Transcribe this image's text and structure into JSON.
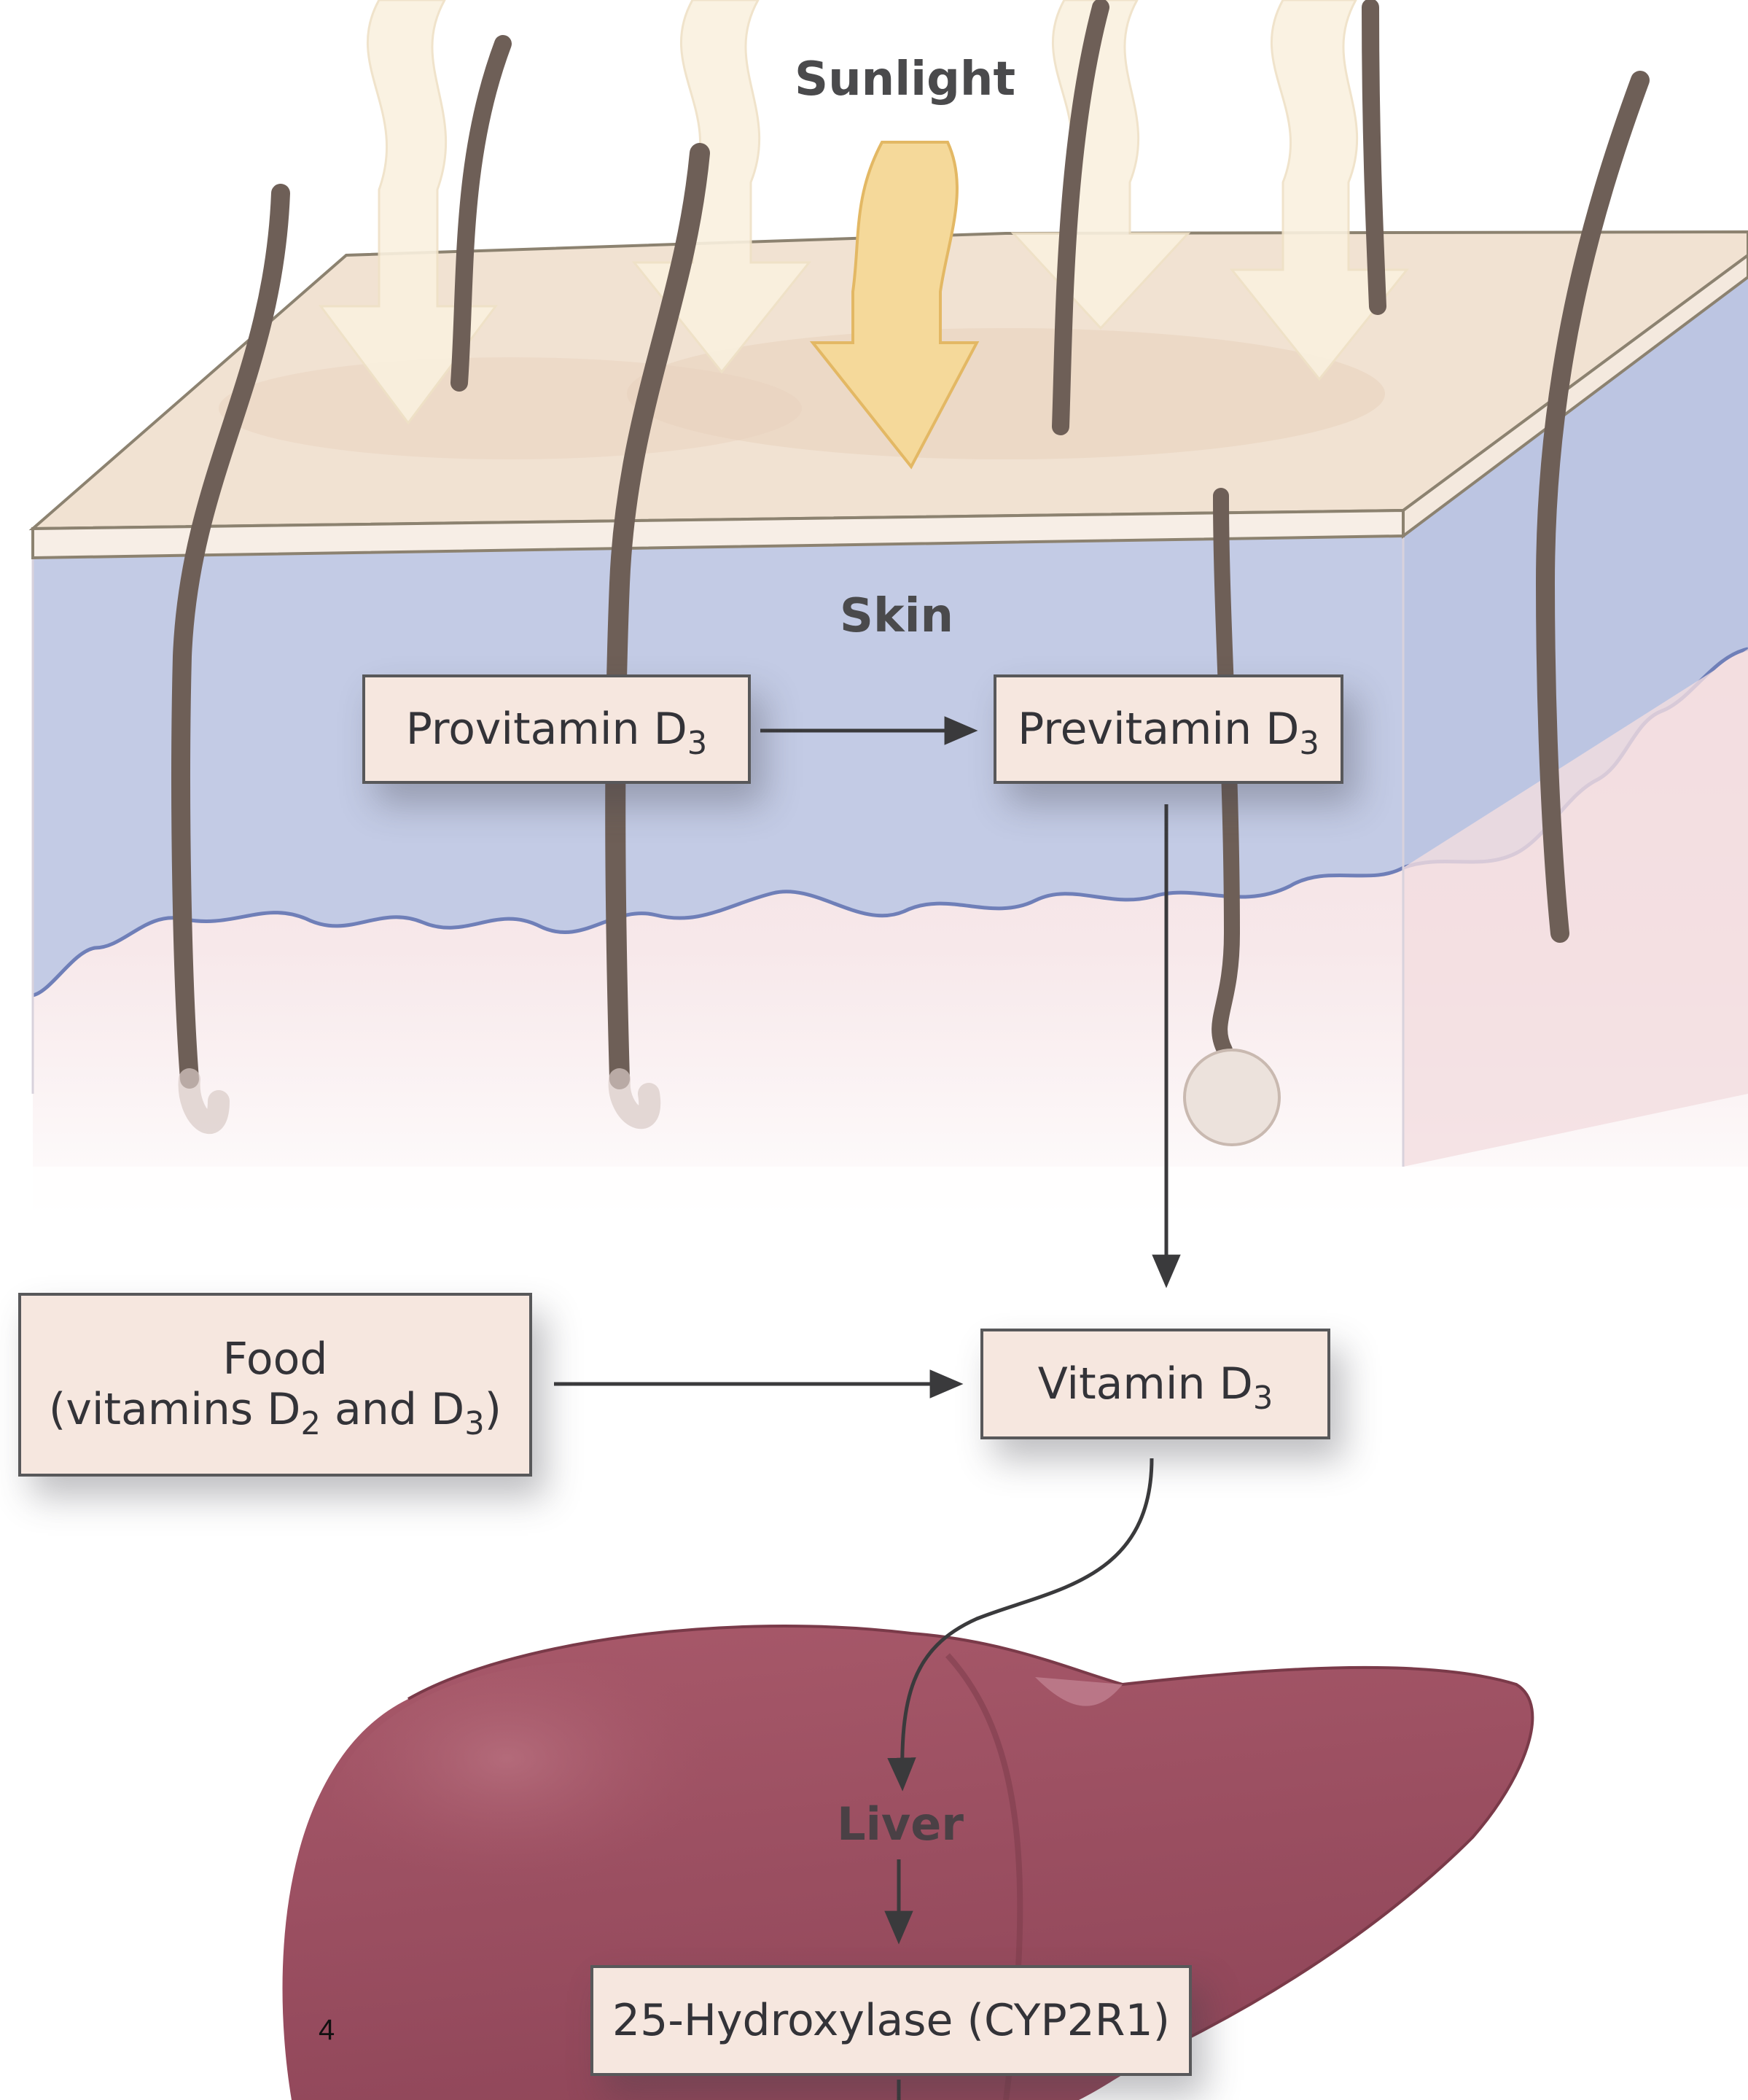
{
  "labels": {
    "sunlight": "Sunlight",
    "skin": "Skin",
    "liver": "Liver"
  },
  "boxes": {
    "provitamin": {
      "text": "Provitamin D",
      "sub": "3"
    },
    "previtamin": {
      "text": "Previtamin D",
      "sub": "3"
    },
    "vitamin_d3": {
      "text": "Vitamin D",
      "sub": "3"
    },
    "food": {
      "line1": "Food",
      "line2_a": "(vitamins D",
      "line2_sub1": "2",
      "line2_b": " and D",
      "line2_sub2": "3",
      "line2_c": ")"
    },
    "hydroxylase": {
      "text": "25-Hydroxylase (CYP2R1)"
    }
  },
  "page_number": "4",
  "colors": {
    "skin_surface": "#f1e2d2",
    "epidermis": "#c3cbe5",
    "dermis": "#f4e0e2",
    "hair": "#6e5f57",
    "sun_arrow": "#f5d99a",
    "sun_arrow_faint": "#faf1df",
    "liver": "#9c5160",
    "box_fill": "#f6e7df",
    "arrow": "#3a3a3c"
  }
}
